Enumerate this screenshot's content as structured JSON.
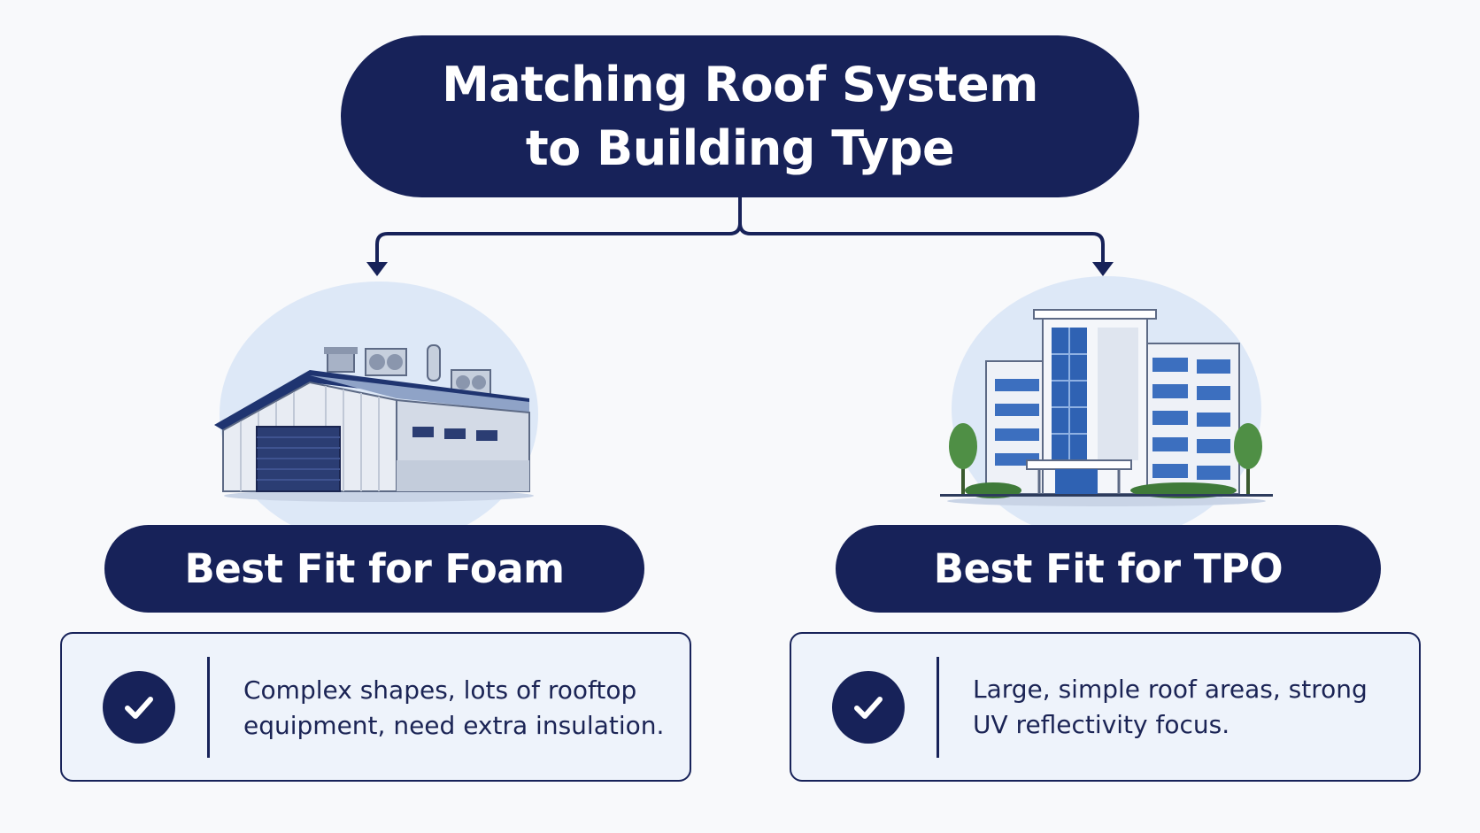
{
  "title": {
    "line1": "Matching Roof System",
    "line2": "to Building Type"
  },
  "branches": [
    {
      "heading": "Best Fit for Foam",
      "illustration": "warehouse-with-rooftop-equipment",
      "description": "Complex shapes, lots of rooftop equipment, need extra insulation.",
      "icon": "check-icon"
    },
    {
      "heading": "Best Fit for TPO",
      "illustration": "office-building",
      "description": "Large, simple roof areas, strong UV reflectivity focus.",
      "icon": "check-icon"
    }
  ],
  "colors": {
    "navy": "#172259",
    "card_bg": "#eef3fb",
    "circle_bg": "#dde8f7",
    "background": "#f8f9fb"
  }
}
